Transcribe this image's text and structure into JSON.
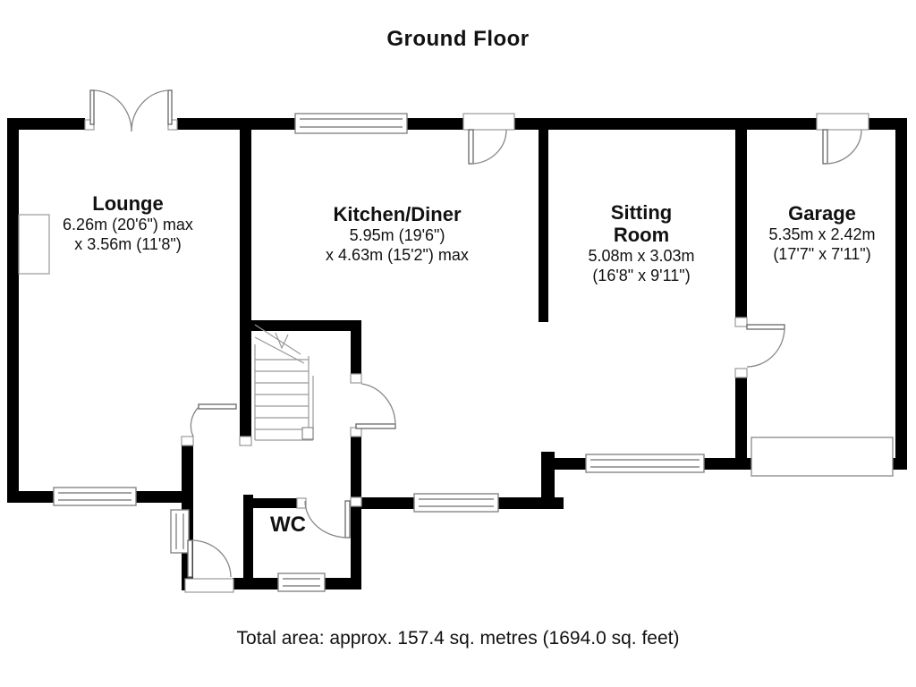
{
  "header": {
    "title": "Ground Floor"
  },
  "footer": {
    "total_area": "Total area: approx. 157.4 sq. metres (1694.0 sq. feet)"
  },
  "rooms": {
    "lounge": {
      "name": "Lounge",
      "dim_line1": "6.26m (20'6\") max",
      "dim_line2": "x 3.56m (11'8\")"
    },
    "kitchen_diner": {
      "name": "Kitchen/Diner",
      "dim_line1": "5.95m (19'6\")",
      "dim_line2": "x 4.63m (15'2\") max"
    },
    "sitting_room": {
      "name": "Sitting Room",
      "dim_line1": "5.08m x 3.03m",
      "dim_line2": "(16'8\" x 9'11\")"
    },
    "garage": {
      "name": "Garage",
      "dim_line1": "5.35m x 2.42m",
      "dim_line2": "(17'7\" x 7'11\")"
    },
    "wc": {
      "name": "WC"
    }
  }
}
